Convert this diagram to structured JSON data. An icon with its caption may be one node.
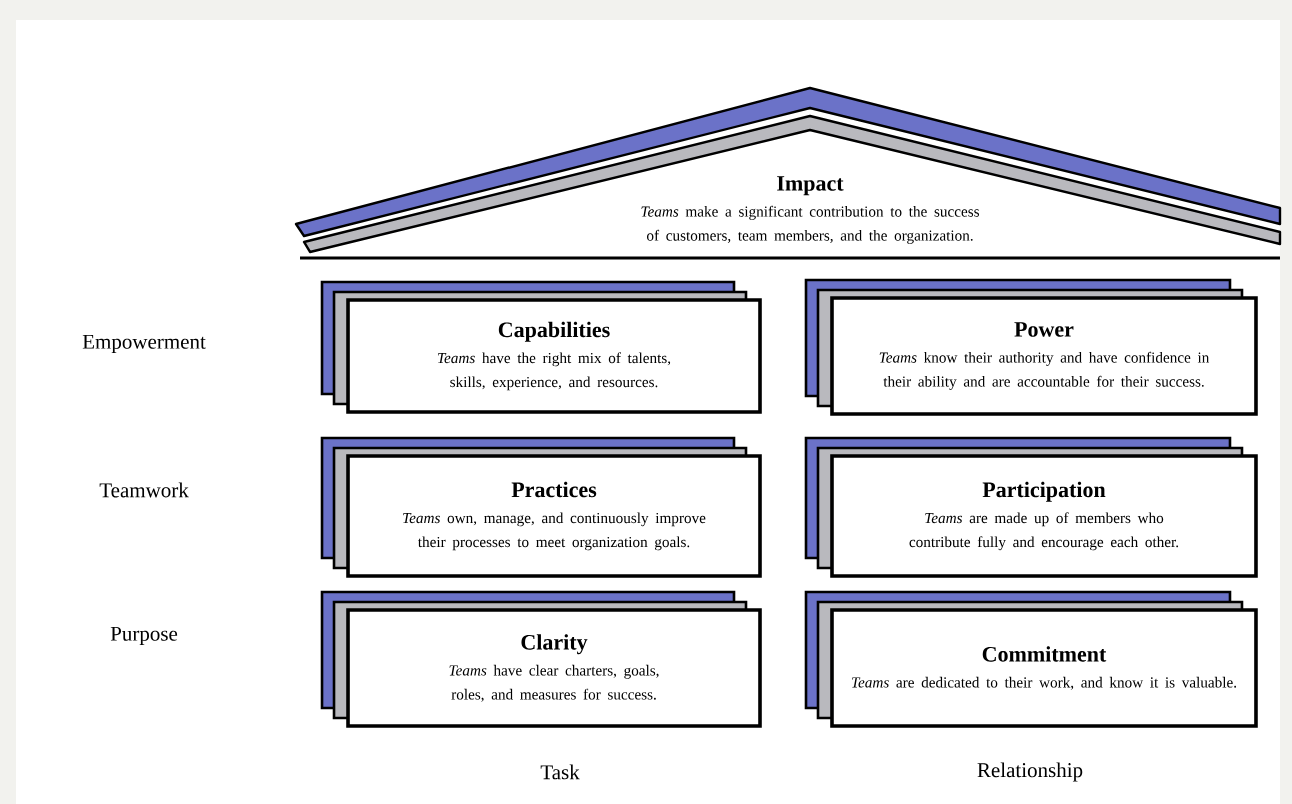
{
  "diagram": {
    "nodes": [
      {
        "text": [
          "Impact",
          "*Teams* make a significant contribution to the success of customers, team members, and the organization."
        ]
      },
      {
        "text": [
          "Capabilities",
          "*Teams* have the right mix of talents, skills, experience, and resources."
        ]
      },
      {
        "text": [
          "Power",
          "*Teams* know their authority and have confidence in their ability and are accountable for their success."
        ]
      },
      {
        "text": [
          "Practices",
          "*Teams* own, manage, and continuously improve their processes to meet organization goals."
        ]
      },
      {
        "text": [
          "Participation",
          "*Teams* are made up of members who contribute fully and encourage each other."
        ]
      },
      {
        "text": [
          "Clarity",
          "*Teams* have clear charters, goals, roles, and measures for success."
        ]
      },
      {
        "text": [
          "Commitment",
          "*Teams* are dedicated to their work, and know it is valuable."
        ]
      }
    ],
    "labels": [
      "Empowerment",
      "Teamwork",
      "Purpose",
      "Task",
      "Relationship"
    ]
  }
}
